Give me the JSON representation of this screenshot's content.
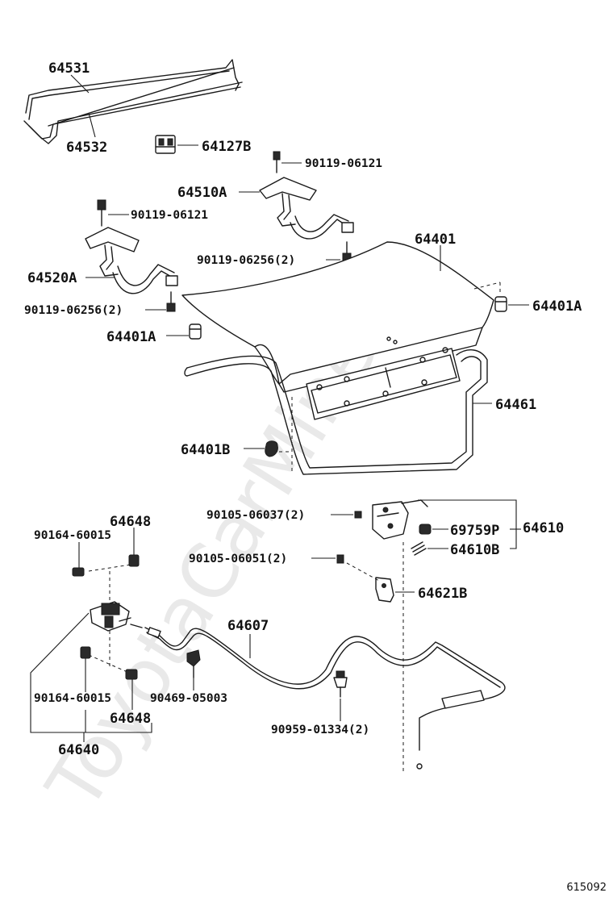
{
  "watermark": "ToyotaCarMine.ru",
  "diagram_code": "615092",
  "labels": {
    "p64531": "64531",
    "p64532": "64532",
    "p64127B": "64127B",
    "p90119_06121_a": "90119-06121",
    "p64510A": "64510A",
    "p90119_06121_b": "90119-06121",
    "p64401": "64401",
    "p90119_06256_a": "90119-06256(2)",
    "p64520A": "64520A",
    "p64401A_r": "64401A",
    "p90119_06256_b": "90119-06256(2)",
    "p64401A_l": "64401A",
    "p64461": "64461",
    "p64401B": "64401B",
    "p90105_06037": "90105-06037(2)",
    "p64648_top": "64648",
    "p69759P": "69759P",
    "p64610": "64610",
    "p90164_60015_top": "90164-60015",
    "p90105_06051": "90105-06051(2)",
    "p64610B": "64610B",
    "p64621B": "64621B",
    "p64607": "64607",
    "p90164_60015_bot": "90164-60015",
    "p90469_05003": "90469-05003",
    "p64648_bot": "64648",
    "p90959_01334": "90959-01334(2)",
    "p64640": "64640"
  }
}
